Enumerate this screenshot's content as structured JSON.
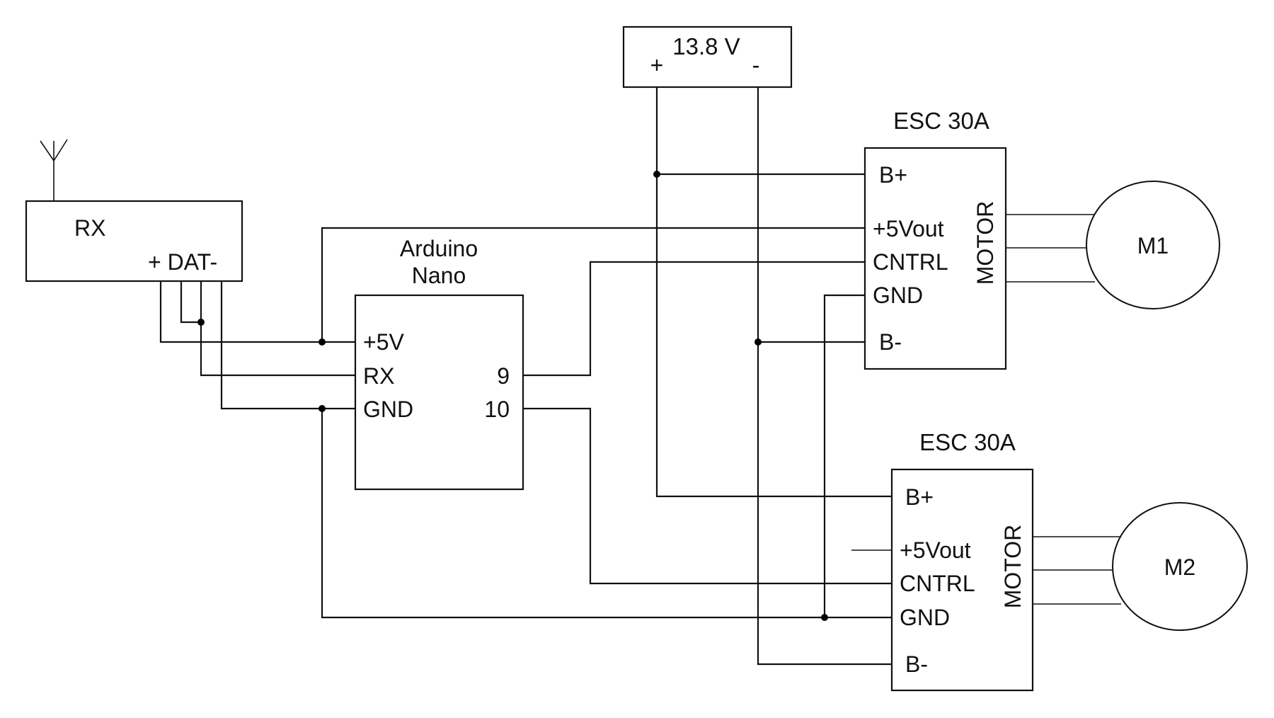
{
  "diagram": {
    "type": "wiring schematic",
    "stroke_color": "#111111",
    "background": "#ffffff",
    "power_supply": {
      "label": "13.8 V",
      "plus": "+",
      "minus": "-"
    },
    "receiver": {
      "label": "RX",
      "pins_label": "+ DAT-"
    },
    "arduino": {
      "title_line1": "Arduino",
      "title_line2": "Nano",
      "pins_left": [
        "+5V",
        "RX",
        "GND"
      ],
      "pins_right": [
        "9",
        "10"
      ]
    },
    "esc1": {
      "title": "ESC 30A",
      "pins": [
        "B+",
        "+5Vout",
        "CNTRL",
        "GND",
        "B-"
      ],
      "motor_label": "MOTOR"
    },
    "esc2": {
      "title": "ESC 30A",
      "pins": [
        "B+",
        "+5Vout",
        "CNTRL",
        "GND",
        "B-"
      ],
      "motor_label": "MOTOR"
    },
    "motor1": {
      "label": "M1"
    },
    "motor2": {
      "label": "M2"
    },
    "connections": [
      "13.8V + -> ESC1 B+",
      "13.8V + -> ESC2 B+",
      "13.8V - -> ESC1 B-",
      "13.8V - -> ESC2 B-",
      "RX + -> Arduino +5V",
      "ESC1 +5Vout -> Arduino +5V",
      "RX DAT -> Arduino RX",
      "RX - -> Arduino GND",
      "Arduino GND -> ESC2 GND",
      "ESC1 GND -> ESC2 GND",
      "Arduino 9 -> ESC1 CNTRL",
      "Arduino 10 -> ESC2 CNTRL",
      "ESC1 MOTOR -> M1 (3 wires)",
      "ESC2 MOTOR -> M2 (3 wires)"
    ]
  }
}
